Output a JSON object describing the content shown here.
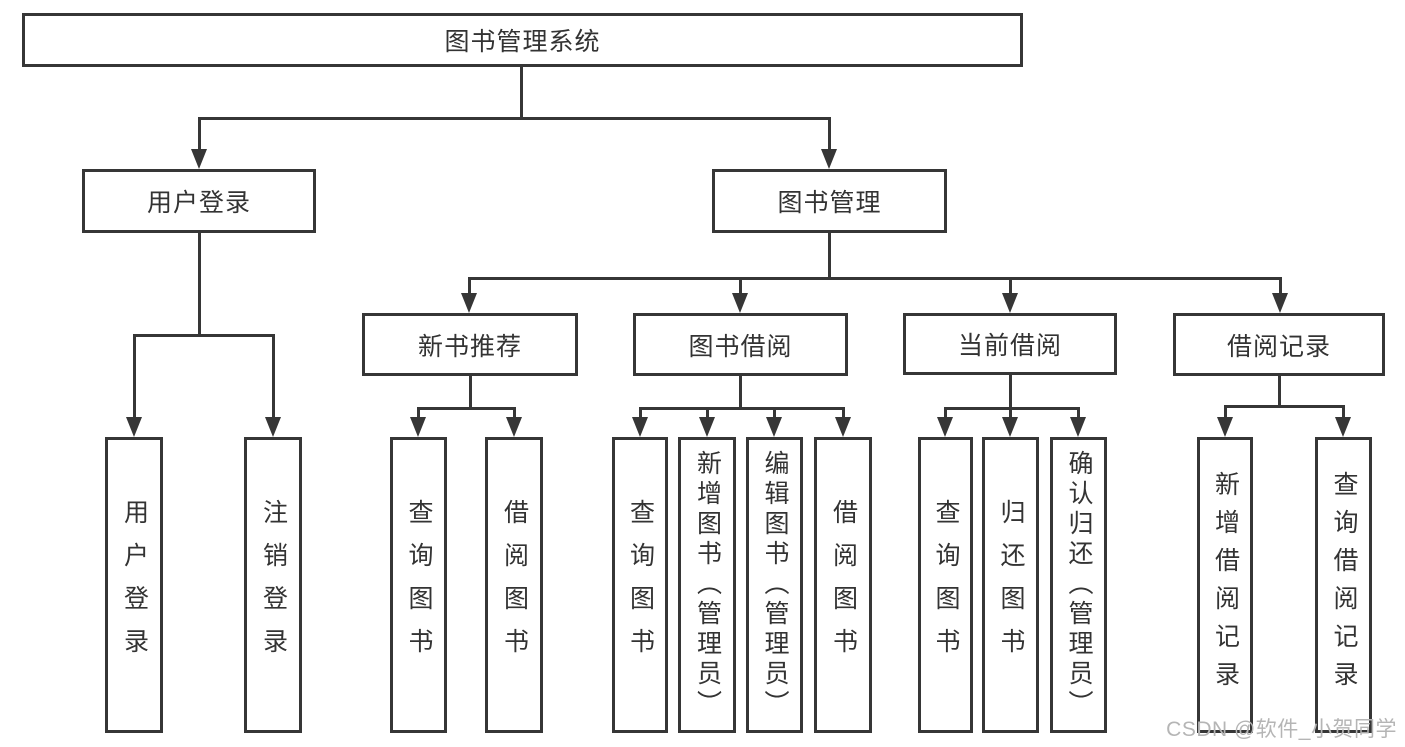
{
  "tree": {
    "label": "图书管理系统",
    "children": [
      {
        "label": "用户登录",
        "children": [
          {
            "label": "用户登录"
          },
          {
            "label": "注销登录"
          }
        ]
      },
      {
        "label": "图书管理",
        "children": [
          {
            "label": "新书推荐",
            "children": [
              {
                "label": "查询图书"
              },
              {
                "label": "借阅图书"
              }
            ]
          },
          {
            "label": "图书借阅",
            "children": [
              {
                "label": "查询图书"
              },
              {
                "label": "新增图书（管理员）"
              },
              {
                "label": "编辑图书（管理员）"
              },
              {
                "label": "借阅图书"
              }
            ]
          },
          {
            "label": "当前借阅",
            "children": [
              {
                "label": "查询图书"
              },
              {
                "label": "归还图书"
              },
              {
                "label": "确认归还（管理员）"
              }
            ]
          },
          {
            "label": "借阅记录",
            "children": [
              {
                "label": "新增借阅记录"
              },
              {
                "label": "查询借阅记录"
              }
            ]
          }
        ]
      }
    ]
  },
  "watermark": {
    "text": "CSDN @软件_小贺同学"
  },
  "colors": {
    "line": "#363636",
    "text": "#333333",
    "watermark": "#b5b5b5",
    "background": "#ffffff"
  }
}
